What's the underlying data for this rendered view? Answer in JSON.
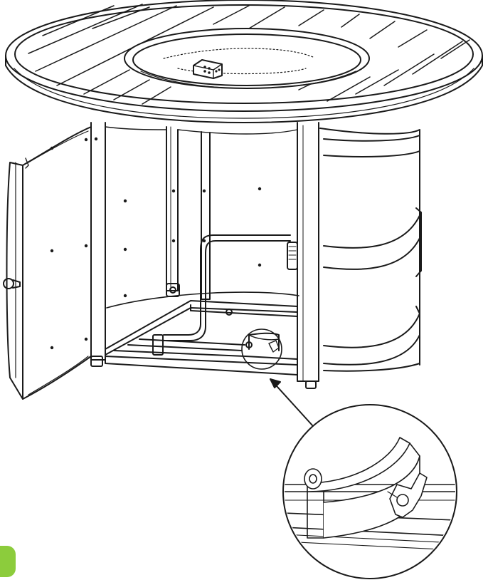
{
  "figure": {
    "line_color": "#1a1a1a",
    "background": "#ffffff",
    "accent_tab_color": "#8ccc3c",
    "parts": [
      "table-top",
      "fire-bowl",
      "burner-control-icon",
      "open-door",
      "door-knob",
      "cabinet-frame",
      "gas-line",
      "base-frame",
      "wing-nut-bracket",
      "zoom-callout"
    ]
  }
}
